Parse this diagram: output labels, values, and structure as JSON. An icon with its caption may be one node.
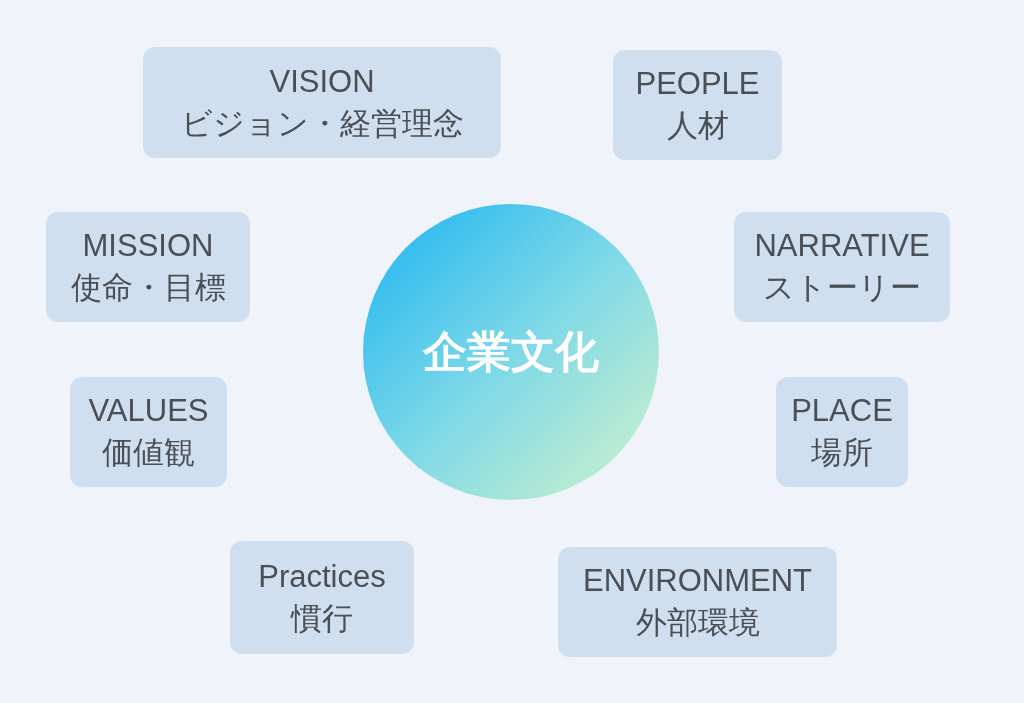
{
  "diagram": {
    "nodes": [
      {
        "text": [
          "VISION",
          "ビジョン・経営理念"
        ]
      },
      {
        "text": [
          "PEOPLE",
          "人材"
        ]
      },
      {
        "text": [
          "MISSION",
          "使命・目標"
        ]
      },
      {
        "text": [
          "NARRATIVE",
          "ストーリー"
        ]
      },
      {
        "text": [
          "企業文化"
        ]
      },
      {
        "text": [
          "VALUES",
          "価値観"
        ]
      },
      {
        "text": [
          "PLACE",
          "場所"
        ]
      },
      {
        "text": [
          "Practices",
          "慣行"
        ]
      },
      {
        "text": [
          "ENVIRONMENT",
          "外部環境"
        ]
      }
    ]
  }
}
